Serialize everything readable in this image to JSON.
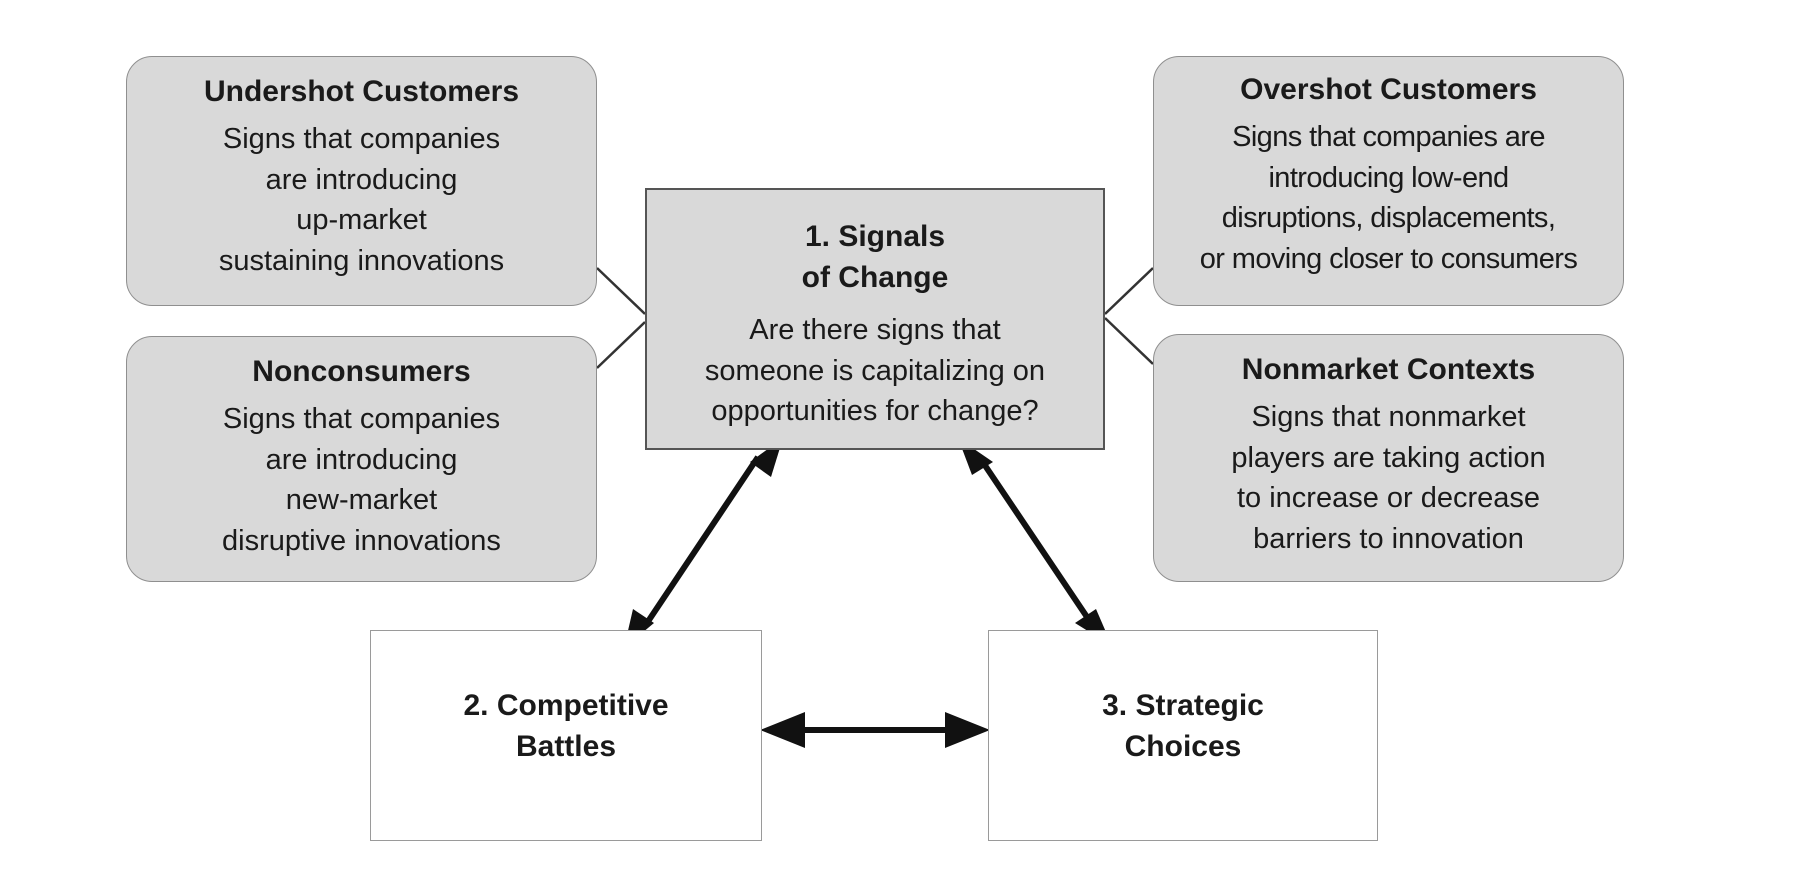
{
  "diagram": {
    "undershot": {
      "title": "Undershot Customers",
      "text": "Signs that companies\nare introducing\nup-market\nsustaining innovations"
    },
    "nonconsumers": {
      "title": "Nonconsumers",
      "text": "Signs that companies\nare introducing\nnew-market\ndisruptive innovations"
    },
    "overshot": {
      "title": "Overshot Customers",
      "text": "Signs that companies are\nintroducing low-end\ndisruptions, displacements,\nor moving closer to consumers"
    },
    "nonmarket": {
      "title": "Nonmarket Contexts",
      "text": "Signs that nonmarket\nplayers are taking action\nto increase or decrease\nbarriers to innovation"
    },
    "signals": {
      "title": "1. Signals\nof Change",
      "text": "Are there signs that\nsomeone is capitalizing on\nopportunities for change?"
    },
    "battles": {
      "title": "2. Competitive\nBattles"
    },
    "choices": {
      "title": "3. Strategic\nChoices"
    },
    "colors": {
      "shaded_fill": "#d9d9d9",
      "arrow": "#111111",
      "connector": "#333333"
    }
  }
}
